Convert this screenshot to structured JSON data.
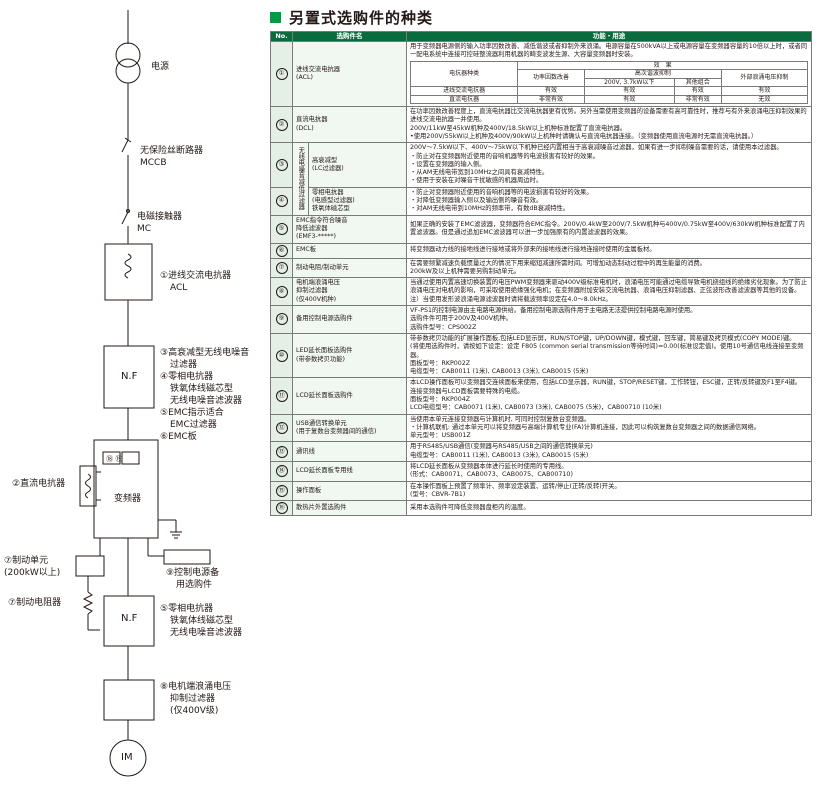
{
  "section_title": "另置式选购件的种类",
  "table_headers": {
    "no": "No.",
    "name": "选购件名",
    "func": "功能・用途"
  },
  "diagram": {
    "power": "电源",
    "mccb_1": "无保险丝断路器",
    "mccb_2": "MCCB",
    "mc_1": "电磁接触器",
    "mc_2": "MC",
    "acl_1": "①进线交流电抗器",
    "acl_2": "ACL",
    "nf_1": "③高衰减型无线电噪音",
    "nf_2": "过滤器",
    "nf_3": "④零相电抗器",
    "nf_4": "铁氧体线磁芯型",
    "nf_5": "无线电噪音滤波器",
    "nf_6": "⑤EMC指示适合",
    "nf_7": "EMC过滤器",
    "nf_8": "⑥EMC板",
    "nf_box": "N.F",
    "dcl": "②直流电抗器",
    "inv_badge": "⑱ ⑲",
    "inverter": "变频器",
    "bu_1": "⑦制动单元",
    "bu_2": "(200kW以上)",
    "br": "⑦制动电阻器",
    "ctrl_1": "⑨控制电源备",
    "ctrl_2": "用选购件",
    "nf2_box": "N.F",
    "nf2_1": "⑤零相电抗器",
    "nf2_2": "铁氧体线磁芯型",
    "nf2_3": "无线电噪音滤波器",
    "surge_1": "⑧电机端浪涌电压",
    "surge_2": "抑制过滤器",
    "surge_3": "(仅400V级)",
    "motor": "IM"
  },
  "rows": {
    "r1": {
      "no": "①",
      "name": "进线交流电抗器\n(ACL)",
      "text": "用于变频器电源侧的输入功率因数改善、减低谐波或者抑制外来浪涌。电源容量在500kVA以上或电源容量在变频器容量的10倍以上时，或者同一配电系统中连接可控硅整流器利用机器的畸变波发生源、大容量变频器时安装。"
    },
    "r2": {
      "no": "②",
      "name": "直流电抗器\n(DCL)",
      "text": "在功率因数改善程度上，直流电抗器比交流电抗器更有优势。另外当需使用变频器的设备需要有高可靠性时，推荐与有外来浪涌电压抑制效果的进线交流电抗器一并使用。\n200V/11kW至45kW机种及400V/18.5kW以上机种标准配置了直流电抗器。\n•使用200V/55kW以上机种及400V/90kW以上机种时请确认与直流电抗器连接。（变频器使用直流电源时无需直流电抗器。）"
    },
    "r3": {
      "no": "③",
      "name": "高衰减型\n(LC过滤器)",
      "text": "200V～7.5kW以下、400V～75kW以下机种已经内置相当于高衰减噪音过滤器，如果有进一步抑制噪音需要的话，请使用本过滤器。\n・防止对在变频器附近使用的音响机器等的电波损害有较好的效果。\n・设置在变频器的输入侧。\n・从AM无线电带宽到10MHz之间具有衰减特性。\n・使用于安装在对噪音干扰敏感的机器周边时。"
    },
    "r4": {
      "no": "④",
      "name": "零相电抗器\n(电感型过滤器)\n铁氧体磁芯型",
      "text": "・防止对变频器附近使用的音响机器等的电波损害有较好的效果。\n・对降低变频器输入侧以及输出侧的噪音有效。\n・对AM无线电带到10MHz的频率带，有数dB衰减特性。"
    },
    "r5": {
      "no": "⑤",
      "name": "EMC指令符合噪音\n降低滤波器\n(EMF3-*****)",
      "text": "如果正确的安装了EMC滤波器，变频器符合EMC指令。200V/0.4kW至200V/7.5kW机种与400V/0.75kW至400V/630kW机种标准配置了内置滤波器。但是通过追加EMC滤波器可以进一步加强原有的内置滤波器的效果。"
    },
    "r6": {
      "no": "⑥",
      "name": "EMC板",
      "text": "将变频器动力线的接地线进行接地或将外部来的接地线进行接地连接时使用的金属板材。"
    },
    "r7": {
      "no": "⑦",
      "name": "制动电阻/制动单元",
      "text": "在需要频繁减速负载惯量过大的情况下用来缩短减速所需时间。可增加动态制动过程中的再生能量的消费。\n200kW及以上机种需要另购制动单元。"
    },
    "r8": {
      "no": "⑧",
      "name": "电机端浪涌电压\n抑制过滤器\n(仅400V机种)",
      "text": "当通过使用内置高速切换装置的电压PWM变频器来驱动400V级标准电机时，浪涌电压可能通过电缆导致电机绕组线的绝缘劣化现象。为了防止浪涌电压对电机的影响，可采取使用绝缘强化电机；在变频器附加安装交流电抗器、浪涌电压抑制滤器、正弦波形改善滤波器等其他的设备。\n注）当使用发形波浪涌电源滤波器时请将载波频率设定在4.0～8.0kHz。"
    },
    "r9": {
      "no": "⑨",
      "name": "备用控制电源选购件",
      "text": "VF-PS1的控制电源由主电路电源供给。备用控制电源选购件用于主电路无法提供控制电路电源时使用。\n选购件件可用于200V及400V机种。\n选购件型号：CPS002Z"
    },
    "r10": {
      "no": "⑩",
      "name": "LED延长面板选购件\n(带参数拷贝功能)",
      "text": "带参数拷贝功能的扩展操作面板,包括LED显示屏，RUN/STOP键，UP/DOWN键，模式键，回车键，简易键及拷贝模式(COPY MODE)键。\n(将使用选购件时，请按如下设定：设定 F805 (common serial transmission等待时间)=0.00(标准设定值)。使用10号通信电线连接至变频器。\n面板型号：RKP002Z\n电缆型号：CAB0011 (1米), CAB0013 (3米), CAB0015 (5米)"
    },
    "r11": {
      "no": "⑪",
      "name": "LCD延长面板选购件",
      "text": "本LCD操作面板可以变频器交连续面板来使用，包括LCD显示器，RUN键，STOP/RESET键，工作转钮，ESC键，正转/反转键及F1至F4键。\n连接变频器与LCD面板需要特殊的电缆。\n面板型号：RKP004Z\nLCD电缆型号：CAB0071 (1米), CAB0073 (3米), CAB0075 (5米)，CAB00710 (10米)"
    },
    "r12": {
      "no": "⑫",
      "name": "USB通信转换单元\n(用于复数台变频器间的通信)",
      "text": "当使用本单元连接变频器与计算机时, 可同时控制复数台变频器。\n・计算机联机: 通过本单元可以将变频器与高端计算机专业(FA)计算机连接，因此可以构筑复数台变频器之间的数据通信网络。\n单元型号：USB001Z"
    },
    "r13": {
      "no": "⑬",
      "name": "通讯线",
      "text": "用于RS485/USB通信(变频器与RS485/USB之间的通信转换单元)\n电缆型号：CAB0011 (1米), CAB0013 (3米), CAB0015 (5米)"
    },
    "r14": {
      "no": "⑭",
      "name": "LCD延长面板专用线",
      "text": "将LCD延长面板从变频器本体进行延长时使用的专用线。\n(形式：CAB0071、CAB0073、CAB0075、CAB00710)"
    },
    "r15": {
      "no": "⑮",
      "name": "操作面板",
      "text": "在本操作面板上预置了频率计、频率设定装置、运转/停止(正转/反转)开关。\n(型号：CBVR-7B1)"
    },
    "r16": {
      "no": "⑯",
      "name": "散热片外置选购件",
      "text": "采用本选购件可降低变频器盘柜内的温度。"
    }
  },
  "group_label": "无线电噪音减低过滤器",
  "acl_table": {
    "h_effect": "效　果",
    "h_harm": "高次谐波抑制",
    "h_device": "电抗器种类",
    "h_pf": "功率因数改善",
    "h_200": "200V, 3.7kW以下",
    "h_other": "其他组合",
    "h_surge": "外部浪涌电压抑制",
    "acl": {
      "name": "进线交流电抗器",
      "pf": "有效",
      "c200": "有效",
      "other": "有效",
      "surge": "有效"
    },
    "dcl": {
      "name": "直流电抗器",
      "pf": "非常有效",
      "c200": "有效",
      "other": "非常有效",
      "surge": "无效"
    }
  },
  "colors": {
    "accent": "#009a44",
    "header_bg": "#0a6b3f"
  }
}
